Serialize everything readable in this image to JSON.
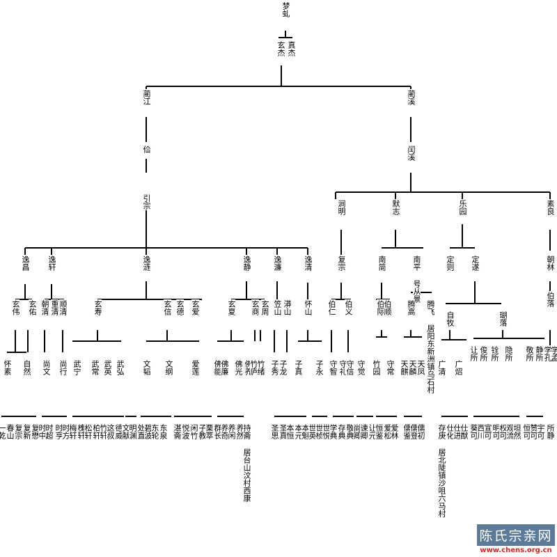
{
  "tree": {
    "nodes": [
      {
        "id": "root",
        "text": "梦虬"
      },
      {
        "id": "g1a",
        "text": "玄杰"
      },
      {
        "id": "g1b",
        "text": "真杰"
      },
      {
        "id": "qianjiang",
        "text": "蔺江"
      },
      {
        "id": "qianxi",
        "text": "蔺溪"
      },
      {
        "id": "zan",
        "text": "佡"
      },
      {
        "id": "runxi",
        "text": "闰溪"
      },
      {
        "id": "yinzong",
        "text": "引宗"
      },
      {
        "id": "jianming",
        "text": "涧明"
      },
      {
        "id": "mozhi",
        "text": "默志"
      },
      {
        "id": "leyuan",
        "text": "乐园"
      },
      {
        "id": "suliang",
        "text": "素良"
      },
      {
        "id": "yichang",
        "text": "逸昌"
      },
      {
        "id": "yixuan",
        "text": "逸轩"
      },
      {
        "id": "yilian",
        "text": "逸涟"
      },
      {
        "id": "yijing",
        "text": "逸静"
      },
      {
        "id": "yilian2",
        "text": "逸濂"
      },
      {
        "id": "yiqing",
        "text": "逸清"
      },
      {
        "id": "fuzong",
        "text": "复宗"
      },
      {
        "id": "nanjian",
        "text": "南简"
      },
      {
        "id": "nanping",
        "text": "南平 号从景"
      },
      {
        "id": "dingze",
        "text": "定则"
      },
      {
        "id": "dingsui",
        "text": "定遂"
      },
      {
        "id": "chaolin",
        "text": "朝林"
      },
      {
        "id": "xuanwei",
        "text": "玄伟"
      },
      {
        "id": "xuanyou",
        "text": "玄佑"
      },
      {
        "id": "chaoqing",
        "text": "朝清"
      },
      {
        "id": "chongqing",
        "text": "重清"
      },
      {
        "id": "shunqing",
        "text": "顺清"
      },
      {
        "id": "xuanshou",
        "text": "玄寿"
      },
      {
        "id": "xuanxin",
        "text": "玄信"
      },
      {
        "id": "xuande",
        "text": "玄德"
      },
      {
        "id": "xuanai",
        "text": "玄爱"
      },
      {
        "id": "xuanxia",
        "text": "玄夏"
      },
      {
        "id": "xuanshang",
        "text": "玄商"
      },
      {
        "id": "xuanzhou",
        "text": "玄周"
      },
      {
        "id": "lishan",
        "text": "笠山"
      },
      {
        "id": "mangshan",
        "text": "漭山"
      },
      {
        "id": "huaishan",
        "text": "怀山"
      },
      {
        "id": "boren",
        "text": "伯仁"
      },
      {
        "id": "boyi",
        "text": "伯义"
      },
      {
        "id": "boji",
        "text": "伯际"
      },
      {
        "id": "boshun",
        "text": "伯顺"
      },
      {
        "id": "tenggao",
        "text": "腾高"
      },
      {
        "id": "tengfei",
        "text": "腾飞 居阳东新洲镇乌石村"
      },
      {
        "id": "zimu",
        "text": "自牧"
      },
      {
        "id": "hulu",
        "text": "瑚落"
      },
      {
        "id": "boluo",
        "text": "伯落"
      },
      {
        "id": "huaisu",
        "text": "怀素"
      },
      {
        "id": "ziran",
        "text": "自然"
      },
      {
        "id": "shangwen",
        "text": "尚文"
      },
      {
        "id": "shangxing",
        "text": "尚行"
      },
      {
        "id": "wuning",
        "text": "武宁"
      },
      {
        "id": "wuchang",
        "text": "武常"
      },
      {
        "id": "wuying",
        "text": "武英"
      },
      {
        "id": "wuhong",
        "text": "武弘"
      },
      {
        "id": "wenzhao",
        "text": "文韬"
      },
      {
        "id": "wengang",
        "text": "文纲"
      },
      {
        "id": "ailian",
        "text": "爱莲"
      },
      {
        "id": "foneng",
        "text": "佛能"
      },
      {
        "id": "folian",
        "text": "佛廉"
      },
      {
        "id": "foguang",
        "text": "佛光"
      },
      {
        "id": "foyang",
        "text": "佛养"
      },
      {
        "id": "zhulu",
        "text": "竹庐"
      },
      {
        "id": "zhuxu",
        "text": "竹绪"
      },
      {
        "id": "zixiu",
        "text": "子秀"
      },
      {
        "id": "zilong",
        "text": "子龙"
      },
      {
        "id": "zizhen",
        "text": "子真"
      },
      {
        "id": "ziyong",
        "text": "子永"
      },
      {
        "id": "shouzhi",
        "text": "守智"
      },
      {
        "id": "shouli",
        "text": "守礼"
      },
      {
        "id": "shouxin",
        "text": "守信"
      },
      {
        "id": "shoujue",
        "text": "守觉"
      },
      {
        "id": "zhuyuan",
        "text": "竹园"
      },
      {
        "id": "shouchang",
        "text": "守常"
      },
      {
        "id": "tianqi",
        "text": "天麒"
      },
      {
        "id": "tianlin",
        "text": "天麟"
      },
      {
        "id": "tianfeng",
        "text": "天凤"
      },
      {
        "id": "guangqing",
        "text": "广清"
      },
      {
        "id": "guangzhao",
        "text": "广炤"
      },
      {
        "id": "rangsuo",
        "text": "让所"
      },
      {
        "id": "junsuo",
        "text": "俊所"
      },
      {
        "id": "quansuo",
        "text": "铨所"
      },
      {
        "id": "yinsuo",
        "text": "隐所"
      },
      {
        "id": "jingsuo1",
        "text": "敬所"
      },
      {
        "id": "jingsuo2",
        "text": "静所"
      },
      {
        "id": "xuemeng",
        "text": "学孟"
      },
      {
        "id": "xuekong",
        "text": "学孔"
      },
      {
        "id": "chunshan",
        "text": "春山"
      },
      {
        "id": "yi1",
        "text": "一乾"
      },
      {
        "id": "fuzong2",
        "text": "复宗"
      },
      {
        "id": "fuxin",
        "text": "复新"
      },
      {
        "id": "fumao",
        "text": "复懋"
      },
      {
        "id": "shizhong",
        "text": "时中"
      },
      {
        "id": "shichao",
        "text": "时超"
      },
      {
        "id": "shiheng",
        "text": "时亨"
      },
      {
        "id": "shifang",
        "text": "时方"
      },
      {
        "id": "meixuan",
        "text": "梅轩"
      },
      {
        "id": "huaixuan",
        "text": "槐轩"
      },
      {
        "id": "songxuan",
        "text": "松轩"
      },
      {
        "id": "boxuan",
        "text": "柏轩"
      },
      {
        "id": "zhuxuan",
        "text": "竹轩"
      },
      {
        "id": "zheshu",
        "text": "这叔"
      },
      {
        "id": "dewei",
        "text": "德威"
      },
      {
        "id": "wenxian",
        "text": "文献"
      },
      {
        "id": "mingyuan",
        "text": "明渊"
      },
      {
        "id": "chuzhi",
        "text": "处直"
      },
      {
        "id": "bibo",
        "text": "碧波"
      },
      {
        "id": "donglun",
        "text": "东轮"
      },
      {
        "id": "dongquan",
        "text": "东泉"
      },
      {
        "id": "zhanzhai",
        "text": "湛斋"
      },
      {
        "id": "yuebo",
        "text": "悦波"
      },
      {
        "id": "xianzhu",
        "text": "闲竹"
      },
      {
        "id": "zijiao",
        "text": "子教"
      },
      {
        "id": "lisui",
        "text": "栗萃"
      },
      {
        "id": "qunchang",
        "text": "群长"
      },
      {
        "id": "yangqi",
        "text": "养奇"
      },
      {
        "id": "yangxian",
        "text": "养闲"
      },
      {
        "id": "yangran",
        "text": "养然"
      },
      {
        "id": "chizhai",
        "text": "持斋 居台山汶村西康"
      },
      {
        "id": "shengsi",
        "text": "圣思"
      },
      {
        "id": "shengzhen",
        "text": "圣真"
      },
      {
        "id": "benheng",
        "text": "本恒"
      },
      {
        "id": "benyuan",
        "text": "本元"
      },
      {
        "id": "benkui",
        "text": "本魁"
      },
      {
        "id": "shiying",
        "text": "世英"
      },
      {
        "id": "shizhen",
        "text": "世桢"
      },
      {
        "id": "shiyue",
        "text": "世悦"
      },
      {
        "id": "xuedian",
        "text": "学典"
      },
      {
        "id": "cundian",
        "text": "存典"
      },
      {
        "id": "jingdian",
        "text": "敬典"
      },
      {
        "id": "shangqing",
        "text": "尚卿"
      },
      {
        "id": "sukao",
        "text": "谏卿"
      },
      {
        "id": "rangyuan",
        "text": "让元"
      },
      {
        "id": "hengjian",
        "text": "恒鉴"
      },
      {
        "id": "aisong",
        "text": "爱松"
      },
      {
        "id": "ailin",
        "text": "爱林"
      },
      {
        "id": "rujian",
        "text": "儒鉴"
      },
      {
        "id": "rudeng",
        "text": "儒登"
      },
      {
        "id": "ruchu",
        "text": "儒初"
      },
      {
        "id": "cungeng",
        "text": "存庚 居北陡镇沙咀六马村"
      },
      {
        "id": "shihua",
        "text": "仕化"
      },
      {
        "id": "shijin",
        "text": "仕进"
      },
      {
        "id": "shixian",
        "text": "仕猷"
      },
      {
        "id": "kuike",
        "text": "葵可"
      },
      {
        "id": "xichuan",
        "text": "西川"
      },
      {
        "id": "xuanke",
        "text": "宣可"
      },
      {
        "id": "mingke",
        "text": "明可"
      },
      {
        "id": "quanke",
        "text": "权可"
      },
      {
        "id": "guanliu",
        "text": "观流"
      },
      {
        "id": "tanran",
        "text": "坦然"
      },
      {
        "id": "hengke",
        "text": "恒可"
      },
      {
        "id": "zanke",
        "text": "赞可"
      },
      {
        "id": "yuke",
        "text": "宇可"
      },
      {
        "id": "suojing",
        "text": "所静"
      }
    ]
  },
  "watermark": {
    "title": "陈氏宗亲网",
    "url": "www.chens.org.cn"
  }
}
